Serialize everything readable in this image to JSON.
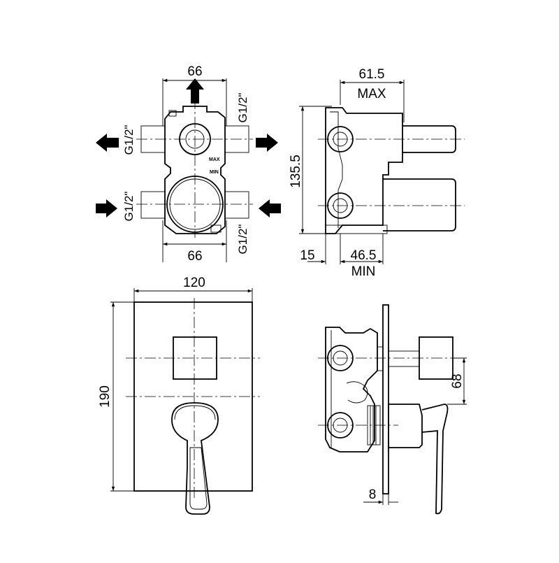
{
  "front_view": {
    "width_top": "66",
    "width_bottom": "66",
    "thread_right_top": "G1/2\"",
    "thread_left_upper": "G1/2\"",
    "thread_left_lower": "G1/2\"",
    "thread_right_bottom": "G1/2\"",
    "max_mark": "MAX",
    "min_mark": "MIN"
  },
  "side_view": {
    "depth_max": "61.5",
    "max_label": "MAX",
    "height": "135.5",
    "offset": "15",
    "depth_min": "46.5",
    "min_label": "MIN"
  },
  "plate_view": {
    "width": "120",
    "height": "190"
  },
  "installed_view": {
    "handle_offset": "68",
    "plate_thickness": "8"
  },
  "colors": {
    "line": "#000000",
    "background": "#ffffff"
  }
}
